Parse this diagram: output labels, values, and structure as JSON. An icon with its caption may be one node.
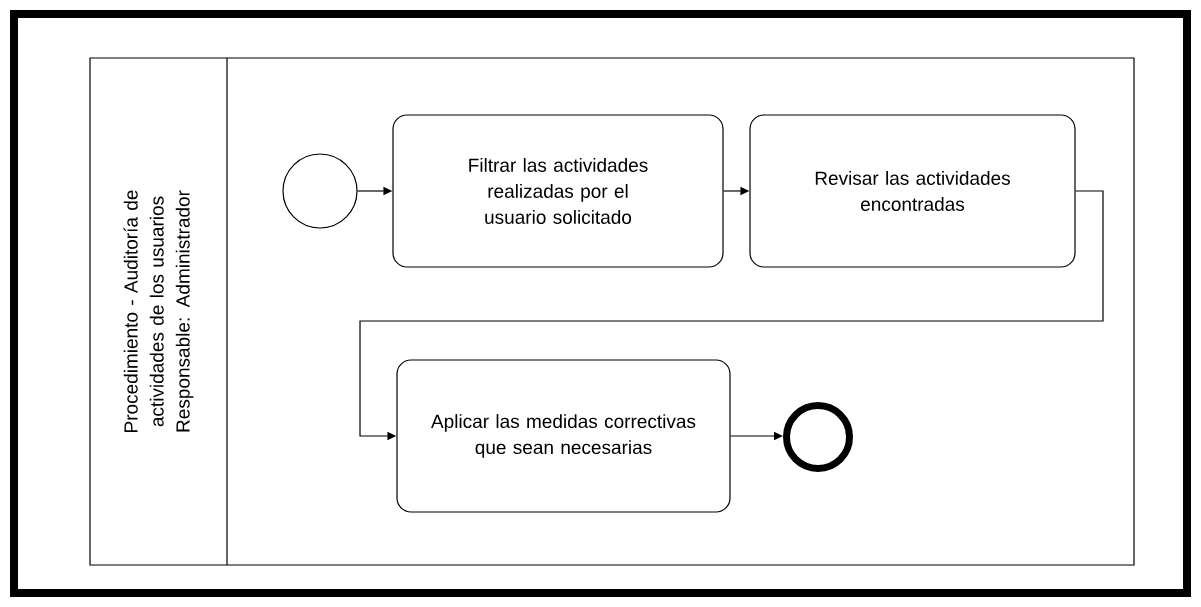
{
  "diagram": {
    "nodes": [
      {
        "text": [
          "Procedimiento - Auditoría de actividades de los usuarios",
          "Responsable: Administrador"
        ]
      },
      {
        "text": [],
        "shape": "circle",
        "in": 0
      },
      {
        "text": [
          "Filtrar las actividades realizadas por el usuario solicitado"
        ],
        "in": 0
      },
      {
        "text": [
          "Revisar las actividades encontradas"
        ],
        "in": 0
      },
      {
        "text": [
          "Aplicar las medidas correctivas que sean necesarias"
        ],
        "in": 0
      },
      {
        "text": [],
        "shape": "circle",
        "in": 0
      }
    ],
    "edges": [
      {
        "from": 1,
        "to": 2,
        "arrow": "to"
      },
      {
        "from": 2,
        "to": 3,
        "arrow": "to"
      },
      {
        "from": 3,
        "to": 4,
        "arrow": "to"
      },
      {
        "from": 4,
        "to": 5,
        "arrow": "to"
      }
    ]
  }
}
